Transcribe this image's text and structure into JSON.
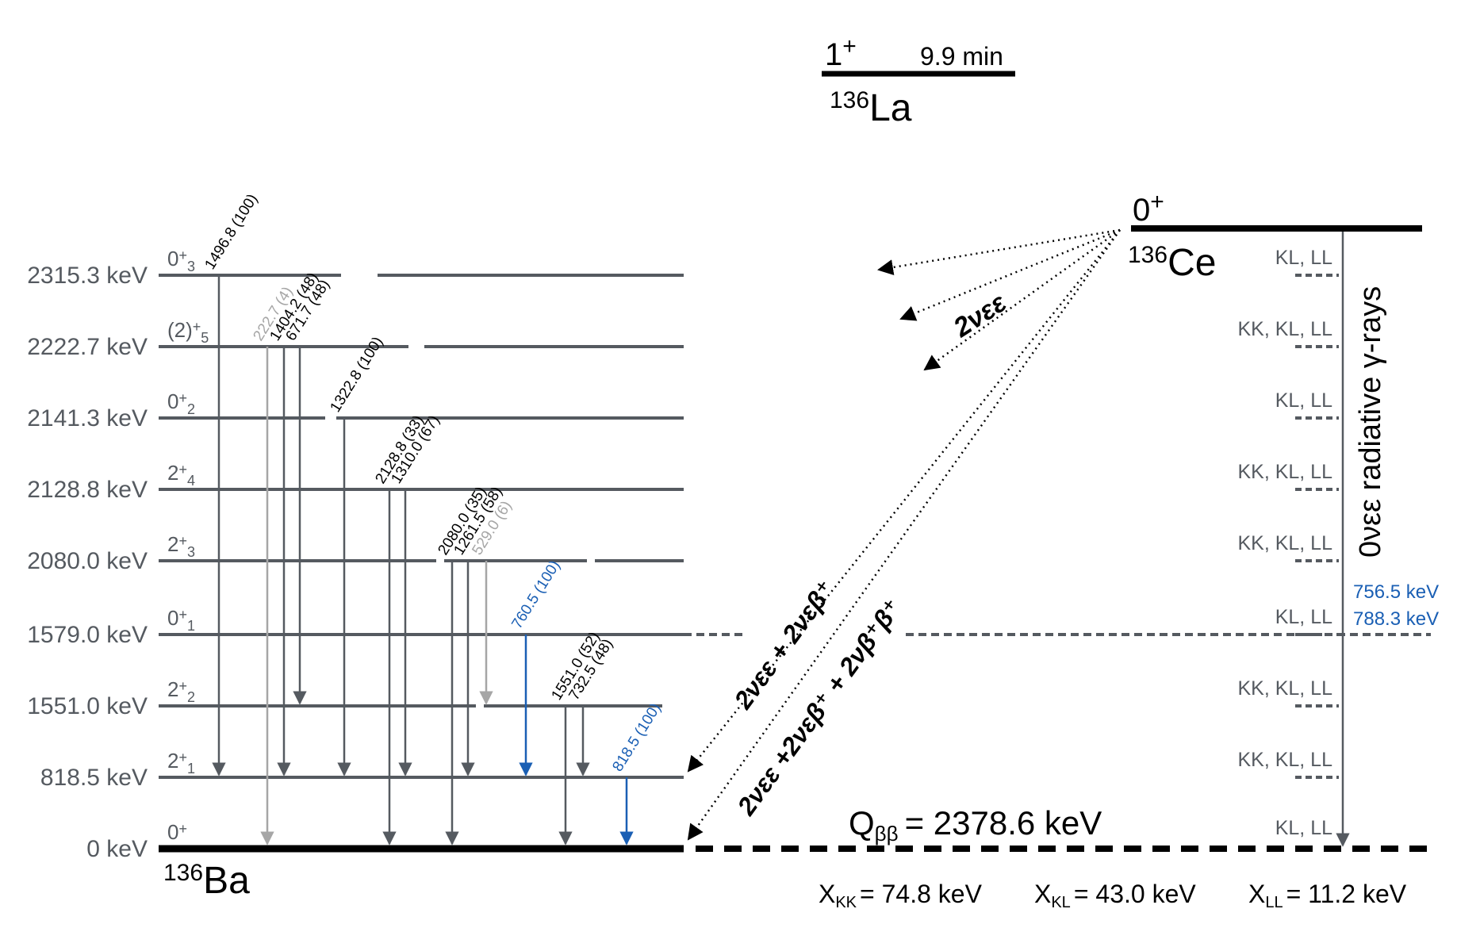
{
  "parent_la": {
    "spin": "1",
    "parity": "+",
    "halflife": "9.9 min",
    "mass": "136",
    "element": "La"
  },
  "parent_ce": {
    "spin": "0",
    "parity": "+",
    "mass": "136",
    "element": "Ce"
  },
  "daughter_ba": {
    "mass": "136",
    "element": "Ba"
  },
  "levels": [
    {
      "energy": "2315.3 keV",
      "spin": "0",
      "parity": "+",
      "index": "3",
      "xray": "KL, LL"
    },
    {
      "energy": "2222.7 keV",
      "spin": "(2)",
      "parity": "+",
      "index": "5",
      "xray": "KK, KL, LL"
    },
    {
      "energy": "2141.3 keV",
      "spin": "0",
      "parity": "+",
      "index": "2",
      "xray": "KL, LL"
    },
    {
      "energy": "2128.8 keV",
      "spin": "2",
      "parity": "+",
      "index": "4",
      "xray": "KK, KL, LL"
    },
    {
      "energy": "2080.0 keV",
      "spin": "2",
      "parity": "+",
      "index": "3",
      "xray": "KK, KL, LL"
    },
    {
      "energy": "1579.0 keV",
      "spin": "0",
      "parity": "+",
      "index": "1",
      "xray": "KL, LL"
    },
    {
      "energy": "1551.0 keV",
      "spin": "2",
      "parity": "+",
      "index": "2",
      "xray": "KK, KL, LL"
    },
    {
      "energy": "818.5 keV",
      "spin": "2",
      "parity": "+",
      "index": "1",
      "xray": "KK, KL, LL"
    },
    {
      "energy": "0 keV",
      "spin": "0",
      "parity": "+",
      "index": "",
      "xray": "KL, LL"
    }
  ],
  "transitions": [
    {
      "label": "1496.8 (100)",
      "color": "#000000"
    },
    {
      "label": "222.7 (4)",
      "color": "#a6a6a6"
    },
    {
      "label": "1404.2 (48)",
      "color": "#000000"
    },
    {
      "label": "671.7 (48)",
      "color": "#000000"
    },
    {
      "label": "1322.8 (100)",
      "color": "#000000"
    },
    {
      "label": "2128.8 (33)",
      "color": "#000000"
    },
    {
      "label": "1310.0 (67)",
      "color": "#000000"
    },
    {
      "label": "2080.0 (35)",
      "color": "#000000"
    },
    {
      "label": "1261.5 (58)",
      "color": "#000000"
    },
    {
      "label": "529.0 (6)",
      "color": "#a6a6a6"
    },
    {
      "label": "760.5 (100)",
      "color": "#1a5fb4"
    },
    {
      "label": "1551.0 (52)",
      "color": "#000000"
    },
    {
      "label": "732.5 (48)",
      "color": "#000000"
    },
    {
      "label": "818.5 (100)",
      "color": "#1a5fb4"
    }
  ],
  "decay_labels": {
    "two_nu_ee": "2νεε",
    "ec_beta": "2νεε + 2νεβ⁺",
    "ec_beta_full": "2νεε +2νεβ⁺ + 2νβ⁺β⁺",
    "radiative": "0νεε radiative γ-rays"
  },
  "radiative_energies": [
    "756.5 keV",
    "788.3 keV"
  ],
  "q_value": {
    "symbol": "Q",
    "subscript": "ββ",
    "value": "= 2378.6 keV"
  },
  "xray_energies": [
    {
      "symbol": "X",
      "subscript": "KK",
      "value": "= 74.8 keV"
    },
    {
      "symbol": "X",
      "subscript": "KL",
      "value": "= 43.0 keV"
    },
    {
      "symbol": "X",
      "subscript": "LL",
      "value": "= 11.2 keV"
    }
  ],
  "colors": {
    "level": "#555a60",
    "gray": "#a6a6a6",
    "blue": "#1a5fb4",
    "black": "#000000"
  }
}
